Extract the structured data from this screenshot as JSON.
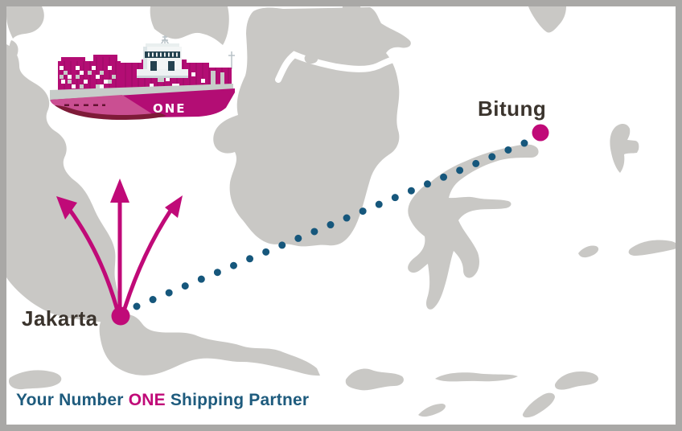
{
  "route": {
    "origin": "Jakarta",
    "destination": "Bitung",
    "line_style": "dotted"
  },
  "ship": {
    "logo": "ONE"
  },
  "tagline": {
    "prefix": "Your Number ",
    "brand": "ONE",
    "suffix": " Shipping Partner"
  },
  "colors": {
    "brand-magenta": "#c00a78",
    "route-dot-teal": "#16577c",
    "city-label": "#3b342d",
    "tagline-blue": "#1e5b7d",
    "island-gray": "#c9c8c5",
    "frame-gray": "#a9a8a6",
    "sea-white": "#ffffff",
    "ship-hull-magenta": "#b30d74",
    "ship-bow-magenta": "#ca4f92",
    "ship-keel-maroon": "#7e1b38",
    "ship-deck-gray": "#c7ccc9",
    "ship-bridge-white": "#f3f6f6",
    "ship-window-navy": "#24424f"
  }
}
